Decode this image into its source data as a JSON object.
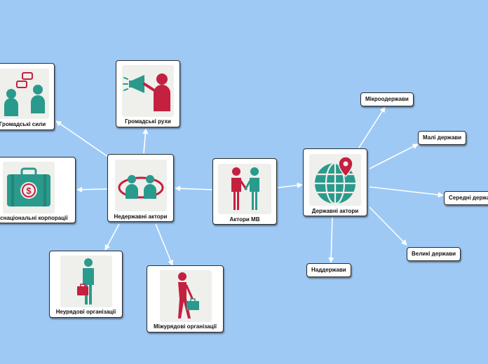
{
  "nodes": {
    "central": "Актори МВ",
    "state_actors": "Державні актори",
    "non_state_actors": "Недержавні актори",
    "civil_movements": "Громадські рухи",
    "civil_forces": "Громадські сили",
    "transnational_corporations": "Транснаціональні корпорації",
    "ngos": "Неурядові організації",
    "intergovernmental_orgs": "Міжурядові організації",
    "microstates": "Мікроодержави",
    "small_states": "Малі держави",
    "medium_states": "Середні держави",
    "large_states": "Великі держави",
    "superstates": "Наддержави"
  },
  "colors": {
    "background": "#9ec9f5",
    "teal": "#2a9a8c",
    "crimson": "#c4203f",
    "card": "#ffffff",
    "image_bg": "#efefec"
  },
  "icons": {
    "central": "handshake-icon",
    "state_actors": "globe-location-icon",
    "non_state_actors": "people-ring-icon",
    "civil_movements": "megaphone-icon",
    "civil_forces": "dialogue-icon",
    "transnational_corporations": "suitcase-dollar-icon",
    "ngos": "person-briefcase-icon",
    "intergovernmental_orgs": "person-walking-briefcase-icon"
  }
}
